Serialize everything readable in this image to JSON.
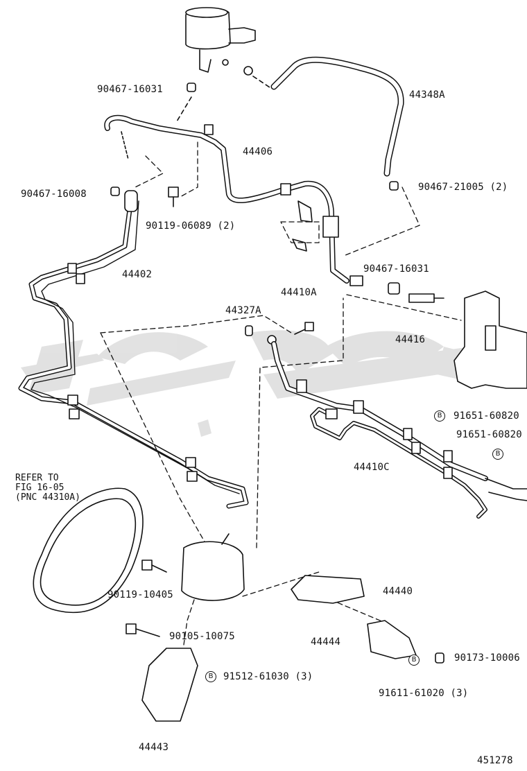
{
  "labels": {
    "p1": "90467-16031",
    "p2": "44348A",
    "p3": "44406",
    "p4": "90467-16008",
    "p5": "90119-06089 (2)",
    "p6": "90467-21005 (2)",
    "p7": "44402",
    "p8": "90467-16031",
    "p9": "44410A",
    "p10": "44327A",
    "p11": "44416",
    "p12": "91651-60820",
    "p13": "91651-60820",
    "p14": "44410C",
    "p15": "90119-10405",
    "p16": "44440",
    "p17": "90105-10075",
    "p18": "44444",
    "p19": "91512-61030 (3)",
    "p20": "90173-10006",
    "p21": "91611-61020 (3)",
    "p22": "44443",
    "fig": "451278"
  },
  "note": {
    "line1": "REFER TO",
    "line2": "FIG 16-05",
    "line3": "(PNC 44310A)"
  },
  "bolt_mark": "B"
}
